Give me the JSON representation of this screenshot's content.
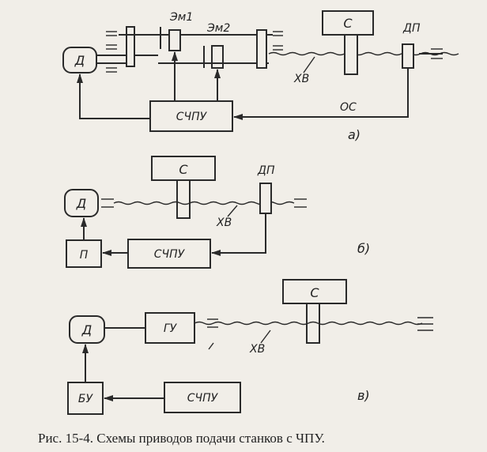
{
  "diagram_a": {
    "motor": "Д",
    "em1": "Эм1",
    "em2": "Эм2",
    "carriage": "С",
    "sensor": "ДП",
    "screw": "ХВ",
    "cnc": "СЧПУ",
    "feedback": "ОС",
    "label": "а)"
  },
  "diagram_b": {
    "carriage": "С",
    "sensor": "ДП",
    "motor": "Д",
    "screw": "ХВ",
    "converter": "П",
    "cnc": "СЧПУ",
    "label": "б)"
  },
  "diagram_c": {
    "carriage": "С",
    "motor": "Д",
    "amplifier": "ГУ",
    "screw": "ХВ",
    "control_block": "БУ",
    "cnc": "СЧПУ",
    "label": "в)"
  },
  "caption": "Рис. 15-4. Схемы приводов подачи станков с ЧПУ."
}
